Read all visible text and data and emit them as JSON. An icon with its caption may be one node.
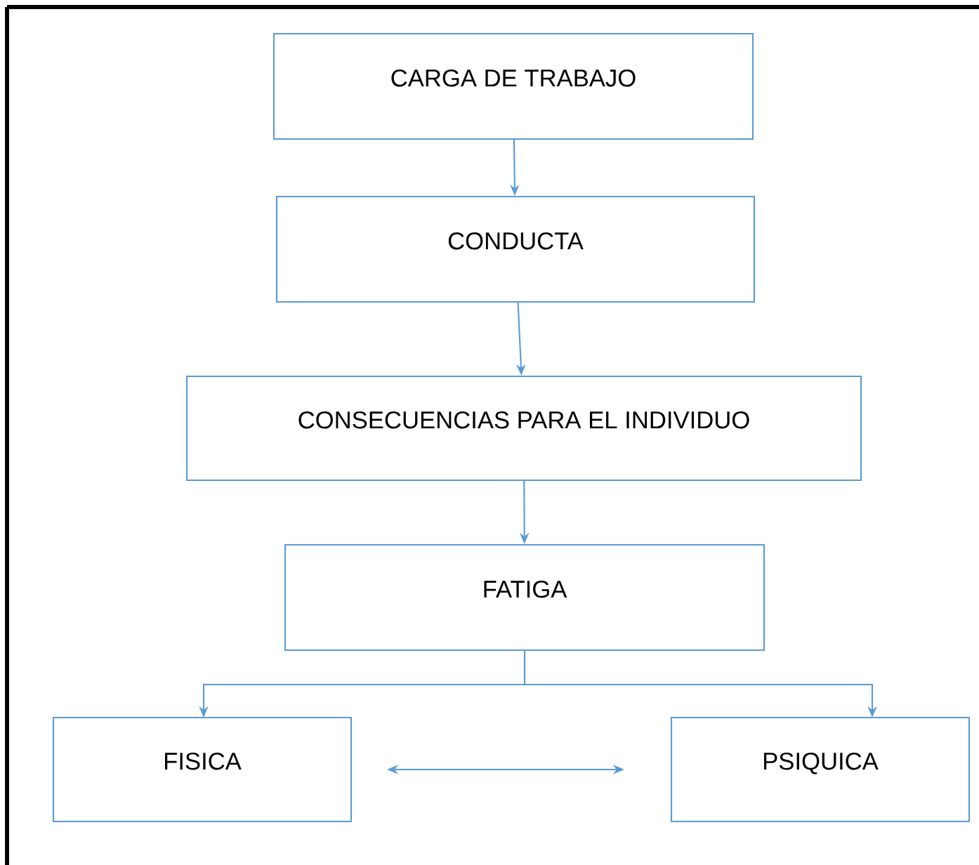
{
  "diagram": {
    "nodes": [
      {
        "text": [
          "CARGA DE TRABAJO"
        ]
      },
      {
        "text": [
          "CONDUCTA"
        ]
      },
      {
        "text": [
          "CONSECUENCIAS PARA EL INDIVIDUO"
        ]
      },
      {
        "text": [
          "FATIGA"
        ]
      },
      {
        "text": [
          "FISICA"
        ]
      },
      {
        "text": [
          "PSIQUICA"
        ]
      }
    ],
    "edges": [
      {
        "from": 0,
        "to": 1,
        "arrow": "to"
      },
      {
        "from": 1,
        "to": 2,
        "arrow": "to"
      },
      {
        "from": 2,
        "to": 3,
        "arrow": "to"
      },
      {
        "from": 3,
        "to": 4,
        "arrow": "to"
      },
      {
        "from": 3,
        "to": 5,
        "arrow": "to"
      },
      {
        "from": 4,
        "to": 5,
        "arrow": "both"
      }
    ]
  }
}
